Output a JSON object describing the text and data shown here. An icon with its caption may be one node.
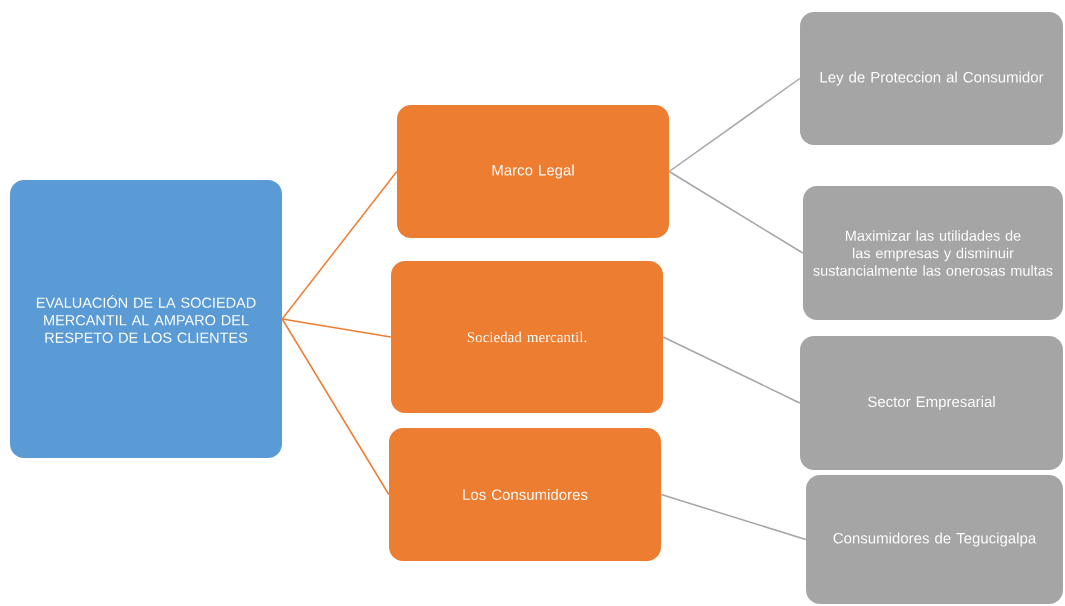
{
  "diagram": {
    "nodes": [
      {
        "text": [
          "EVALUACIÓN DE LA SOCIEDAD MERCANTIL AL AMPARO DEL RESPETO DE LOS CLIENTES"
        ]
      },
      {
        "text": [
          "Marco Legal"
        ]
      },
      {
        "text": [
          "Sociedad mercantil."
        ]
      },
      {
        "text": [
          "Los Consumidores"
        ]
      },
      {
        "text": [
          "Ley de Proteccion al Consumidor"
        ]
      },
      {
        "text": [
          "Maximizar las utilidades de las empresas y disminuir sustancialmente las onerosas multas"
        ]
      },
      {
        "text": [
          "Sector Empresarial"
        ]
      },
      {
        "text": [
          "Consumidores de Tegucigalpa"
        ]
      }
    ],
    "edges": [
      {
        "from": 0,
        "to": 1,
        "arrow": "none",
        "color": "#ed7d31"
      },
      {
        "from": 0,
        "to": 2,
        "arrow": "none",
        "color": "#ed7d31"
      },
      {
        "from": 0,
        "to": 3,
        "arrow": "none",
        "color": "#ed7d31"
      },
      {
        "from": 1,
        "to": 4,
        "arrow": "none"
      },
      {
        "from": 1,
        "to": 5,
        "arrow": "none"
      },
      {
        "from": 2,
        "to": 6,
        "arrow": "none"
      },
      {
        "from": 3,
        "to": 7,
        "arrow": "none"
      }
    ]
  }
}
